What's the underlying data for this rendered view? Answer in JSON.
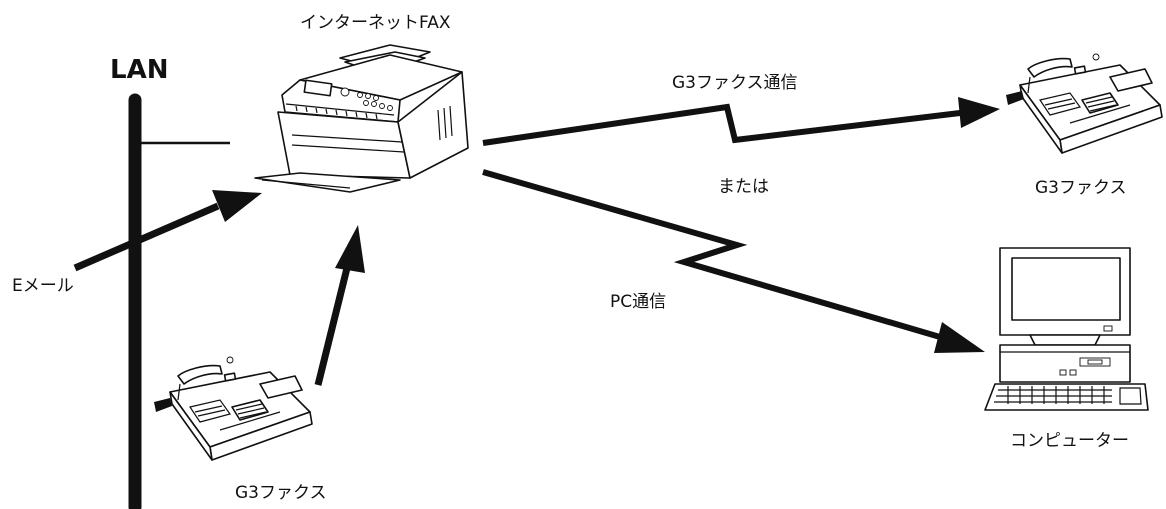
{
  "diagram": {
    "lan_label": "LAN",
    "internet_fax_label": "インターネットFAX",
    "email_label": "Eメール",
    "g3_fax_bottom_label": "G3ファクス",
    "g3_comm_label": "G3ファクス通信",
    "or_label": "または",
    "g3_fax_right_label": "G3ファクス",
    "pc_comm_label": "PC通信",
    "computer_label": "コンピューター"
  },
  "colors": {
    "line": "#111111",
    "background": "#ffffff"
  },
  "icons": [
    "internet-fax-machine-icon",
    "fax-machine-icon",
    "desktop-computer-icon"
  ]
}
